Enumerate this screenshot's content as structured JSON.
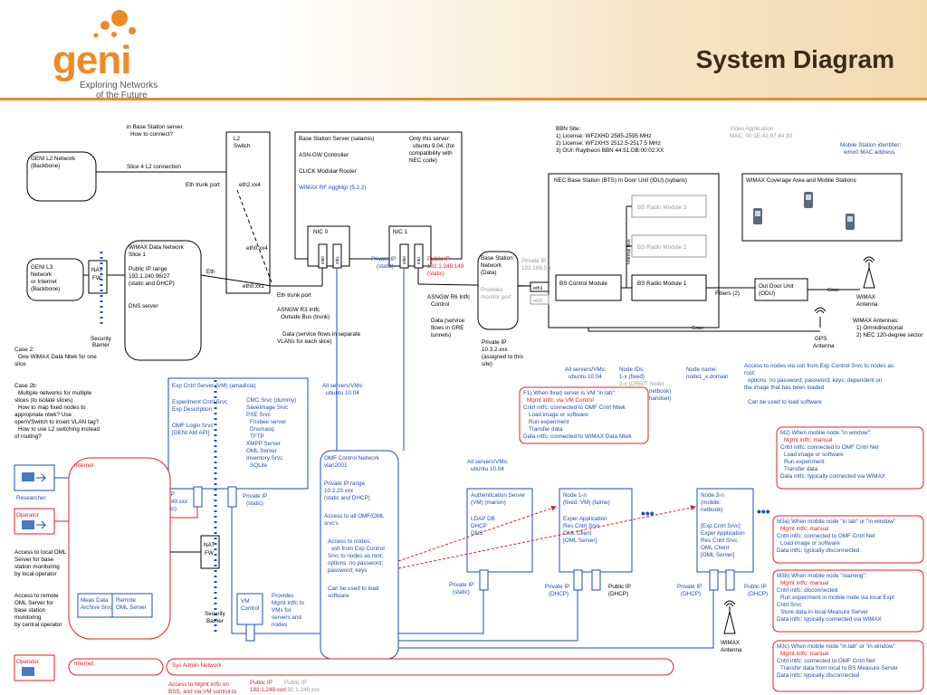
{
  "header": {
    "title": "System Diagram",
    "logo_word": "geni",
    "logo_tag1": "Exploring Networks",
    "logo_tag2": "of the Future"
  },
  "top_note": [
    "in Base Station server.",
    "How to connect?"
  ],
  "geni_l2": [
    "GENI L2 Network",
    "(Backbone)"
  ],
  "slice4": "Slice 4 L2 connection",
  "l2switch": [
    "L2",
    "Switch"
  ],
  "eth_trunk": "Eth trunk port",
  "eth2xx4": "eth2.xx4",
  "eth0xx4": "eth0.xx4",
  "eth0xx1": "eth0.xx1",
  "geni_l3": [
    "GENI L3",
    "Network",
    "or Internet",
    "(Backbone)"
  ],
  "nat_fw": [
    "NAT",
    "FW"
  ],
  "sec_barrier": [
    "Security",
    "Barrier"
  ],
  "wimax_dn": [
    "WiMAX Data Network",
    "Slice 1",
    "Public IP range",
    "192.1.240.96/27",
    "(static and DHCP)",
    "DNS server"
  ],
  "eth_label": "Eth",
  "bss": [
    "Base Station Server  (salamis)",
    "ASN-GW Controller",
    "CLICK Modular Router",
    "WiMAX RF AggMgr (5.2.2)"
  ],
  "only_server": [
    "Only this server:",
    "ubuntu 9.04, (for",
    "compatibility with",
    "NEC code)"
  ],
  "nic0": "NIC 0",
  "nic1": "NIC 1",
  "eth_short": [
    "eth0",
    "eth1",
    "eth0",
    "eth1"
  ],
  "private_ip_static": [
    "Private IP",
    "(static)"
  ],
  "public_ip_bss": [
    "Public IP",
    "192.1.249.149",
    "(static)"
  ],
  "eth_trunk2": "Eth trunk port",
  "asngw_r3": [
    "ASNGW  R3 Intfc",
    "Outside Bus  (trunk)"
  ],
  "data_flows": [
    "Data  (service flows in separate",
    "VLANs for each slice)"
  ],
  "asngw_r6": [
    "ASNGW  R6 Intfc",
    "Control"
  ],
  "data_gre": [
    "Data (service",
    "flows in GRE",
    "tunnels)"
  ],
  "bs_net": [
    "Base Station",
    "Network",
    "(Data)",
    "Provides",
    "monitor port"
  ],
  "private_ip_103": [
    "Private IP",
    "10.3.2.xxx",
    "(assigned to this",
    "site)"
  ],
  "bbn_site": [
    "BBN Site:",
    "1)  License: WF2XHD 2585-2595 MHz",
    "2)  License: WF2XHS  2512.5-2517.5 MHz",
    "3)  OUI: Raytheon BBN 44:51:DB:00:02:XX"
  ],
  "video_app": [
    "Video  Application",
    "MAC: 00:1E:41:97:44:30"
  ],
  "mobile_id": [
    "Mobile Station identifier:",
    "wmx0  MAC address"
  ],
  "nec_bts": "NEC Base Station (BTS) In Door Unit (IDU) (sybaris)",
  "bs_rm3": "BS Radio Module 3",
  "bs_rm2": "BS Radio Module 2",
  "internal_bus": "Internal Bus",
  "bs_ctrl": "BS Control Module",
  "bs_rm1": "BS Radio Module 1",
  "eth1_b": "eth1",
  "eth0_b": "eth0",
  "private_ip_faded": [
    "Private IP",
    "192.168.0.x"
  ],
  "fibers": "Fibers (2)",
  "odu": [
    "Out Door Unit",
    "(ODU)"
  ],
  "coax": "Coax",
  "coax2": "Coax",
  "gps": [
    "GPS",
    "Antenna"
  ],
  "wimax_ant": [
    "WiMAX",
    "Antenna"
  ],
  "wimax_coverage": "WiMAX Coverage Area and Mobile Stations",
  "wimax_antennas": [
    "WiMAX Antennas:",
    "1)  Omnidirectional",
    "2)  NEC 120-degree sector"
  ],
  "case2": [
    "Case 2:",
    "One WiMAX Data Ntwk for one",
    "slice"
  ],
  "case2b": [
    "Case 2b:",
    "Multiple networks for multiple",
    "slices (to isolate slices)",
    "How to map fixed nodes to",
    "appropriate ntwk?  Use",
    "openVSwitch to insert VLAN tag?",
    "How to use L2 switching instead",
    "of routing?"
  ],
  "exp_ctrl": [
    "Exp Cntrl Server (VM) (amadicia)",
    "Experiment Cntrl Srvc",
    "Exp Description",
    "OMF Login Srvc",
    "[GENI AM API]"
  ],
  "exp_ctrl_right": [
    "CMC Srvc (dummy)",
    "SaveImage Srvc",
    "PXE Srvc",
    "Frisbee server",
    "Dnsmasq",
    "TFTP",
    "XMPP Server",
    "OML Server",
    "Inventory Srvc",
    "SQLite"
  ],
  "all_servers1": [
    "All servers/VMs:",
    "ubuntu 10.04"
  ],
  "all_servers2": [
    "All servers/VMs:",
    "ubuntu 10.04"
  ],
  "all_servers3": [
    "All servers/VMs:",
    "ubuntu 10.04"
  ],
  "node_ids": [
    "Node IDs:",
    "1-x  (fixed)",
    "2-x  (ORBIT node)",
    "3-x  (mobile netbook)",
    "4-x  (mobile handset)"
  ],
  "node_name": [
    "Node name:",
    "node1_x.domain"
  ],
  "access_nodes": [
    "Access to nodes via ssh from Exp Control Srvc to nodes as",
    "root;",
    "options:  no password;  password;  keys;  dependent on",
    "the image that has been loaded"
  ],
  "load_sw": "Can be used to load software",
  "f1": [
    "F1)  When fixed server is VM \"in lab\":",
    "Mgmt intfc:  via VM Control",
    "Cntrl intfc:  connected to OMF Cntrl Ntwk",
    "Load image or software",
    "Run experiment",
    "Transfer data",
    "Data intfc:   connected to WiMAX Data Ntwk"
  ],
  "m2": [
    "M2)  When mobile node \"in window\":",
    "Mgmt intfc:  manual",
    "Cntrl intfc:  connected to OMF Cntrl Net",
    "Load image or software",
    "Run experiment",
    "Transfer data",
    "Data intfc: typically connected via WiMAX"
  ],
  "m3a": [
    "M3a)  When mobile node \"in lab\" or \"in window\"",
    "Mgmt intfc:  manual",
    "Cntrl intfc:  connected to OMF Cntrl Net",
    "Load image or software",
    "Data intfc:   typically disconnected"
  ],
  "m3b": [
    "M3b)  When mobile node \"roaming\":",
    "Mgmt intfc:  manual",
    "Cntrl intfc:  disconnected",
    "Run experiment in mobile node via local Expr",
    "Cntrl Srvc",
    "Store data in local Measure Server",
    "Data intfc:  typically connected via WiMAX"
  ],
  "m3c": [
    "M3c)  When mobile node \"in lab\" or \"in window\"",
    "Mgmt intfc:  manual",
    "Cntrl intfc:  connected to OMF Cntrl Net",
    "Transfer data from local to BS Measure Server",
    "Data intfc:   typically disconnected"
  ],
  "omf_ctrl": [
    "OMF Control Network",
    "vlan2001",
    "Private IP range",
    "10.2.20.xxx",
    "(static and DHCP)",
    "Access to all OMF/OML",
    "srvc's",
    "Access to nodes;",
    "ssh from Exp Control",
    "Srvc to nodes as root;",
    "options:  no password;",
    "password;  keys",
    "Can be used to load",
    "software"
  ],
  "auth": [
    "Authentication Server",
    "(VM) (marion)",
    "LDAP DB",
    "DHCP",
    "DNS"
  ],
  "node1n": [
    "Node 1-n",
    "(fixed:  VM)  (faime)",
    "Exper Application",
    "Res Cntrl Srvc",
    "OML Client",
    "[OML Server]"
  ],
  "node3n": [
    "Node 3-n",
    "(mobile:",
    "netbook)",
    "[Exp Cntrl Srvc]",
    "Exper Application",
    "Res Cntrl Srvc",
    "OML Client",
    "[OML Server]"
  ],
  "ellipsis": "•••",
  "private_ip_static2": [
    "Private IP",
    "(static)"
  ],
  "private_ip_dhcp": [
    "Private IP",
    "(DHCP)"
  ],
  "public_ip_dhcp": [
    "Public IP",
    "(DHCP)"
  ],
  "private_ip_dhcp2": [
    "Private IP",
    "(DHCP)"
  ],
  "public_ip_dhcp2": [
    "Public IP",
    "(DHCP)"
  ],
  "wimax_ant2": [
    "WiMAX",
    "Antenna"
  ],
  "researcher": "Researcher",
  "operator": "Operator",
  "operator2": "Operator",
  "internet": "Internet",
  "internet2": "Internet",
  "public_ip_249": [
    "Public IP",
    "192.1.249.xxx",
    "(static)"
  ],
  "private_ip_static3": [
    "Private IP",
    "(static)"
  ],
  "access_local_oml": [
    "Access to local OML",
    "Server for base",
    "station monitoring",
    "by local operator"
  ],
  "access_remote_oml": [
    "Access to remote",
    "OML Server for",
    "base station",
    "monitoring",
    "by central operator"
  ],
  "meas_data": [
    "Meas Data",
    "Archive Srvc"
  ],
  "remote_oml": [
    "Remote",
    "OML Server"
  ],
  "vm_control": [
    "VM",
    "Control"
  ],
  "provides_mgmt": [
    "Provides",
    "Mgmt intfc to",
    "VMs for",
    "servers and",
    "nodes"
  ],
  "sec_barrier2": [
    "Security",
    "Barrier"
  ],
  "sys_admin": "Sys Admin Network",
  "access_mgmt": [
    "Access to Mgmt intfc on",
    "BSS, and via  VM control to"
  ],
  "public_ip_bottom": [
    "Public IP",
    "192.1.249.xxx"
  ],
  "public_ip_bottom_faded": [
    "Public IP",
    "192.1.249.xxx"
  ],
  "colors": {
    "accent": "#f08a24",
    "red": "#e02020",
    "blue": "#1a4fb8",
    "ltblue": "#4a7ac0",
    "grey": "#9a9a9a"
  }
}
